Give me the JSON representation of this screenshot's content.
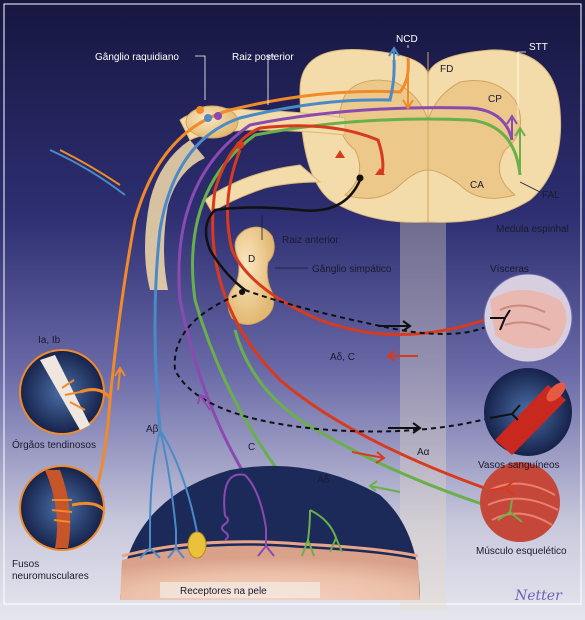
{
  "labels": {
    "ganglio_raquidiano": "Gânglio raquidiano",
    "raiz_posterior": "Raiz posterior",
    "ncd": "NCD",
    "fd": "FD",
    "stt": "STT",
    "cp": "CP",
    "ca": "CA",
    "fal": "FAL",
    "medula_espinhal": "Medula espinhal",
    "raiz_anterior": "Raiz anterior",
    "d": "D",
    "ganglio_simpatico": "Gânglio simpático",
    "visceras": "Vísceras",
    "ad_c": "Aδ, C",
    "ia_ib": "Ia, Ib",
    "orgaos_tendinosos": "Órgãos tendinosos",
    "abeta": "Aβ",
    "c": "C",
    "vasos_sanguineos": "Vasos sanguíneos",
    "aalpha": "Aα",
    "adelta": "Aδ",
    "fusos_1": "Fusos",
    "fusos_2": "neuromusculares",
    "musculo_esqueletico": "Músculo esquelético",
    "receptores_na_pele": "Receptores na pele"
  },
  "colors": {
    "background_top": "#1c1c4e",
    "background_mid": "#3d3e86",
    "background_low": "#dcdce8",
    "spinal_cord": "#f4dcaa",
    "grey_matter": "#ecc98a",
    "orange_fiber": "#f08a2a",
    "red_fiber": "#d83a1e",
    "purple_fiber": "#8a4ab0",
    "blue_fiber": "#4a8ac8",
    "green_fiber": "#6ab04a",
    "black_fiber": "#111111"
  },
  "signature": "Netter"
}
